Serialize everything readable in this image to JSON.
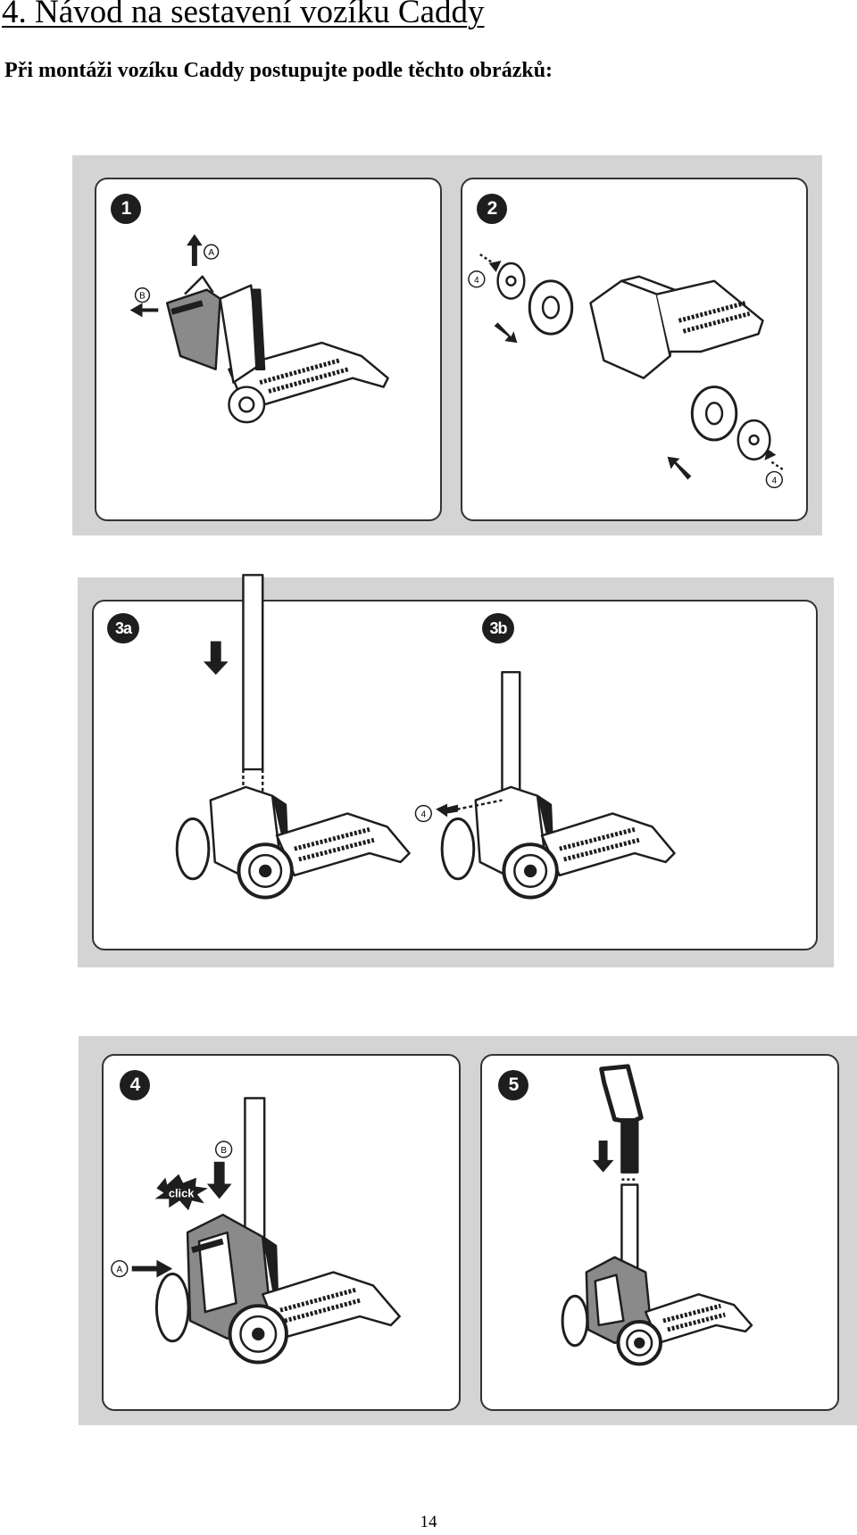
{
  "document": {
    "heading": "4. Návod na sestavení vozíku Caddy",
    "intro": "Při montáži vozíku Caddy postupujte podle těchto obrázků:",
    "page_number": "14"
  },
  "steps": {
    "s1": {
      "badge": "1",
      "callout_a": "A",
      "callout_b": "B"
    },
    "s2": {
      "badge": "2",
      "callout_4a": "4",
      "callout_4b": "4"
    },
    "s3a": {
      "badge": "3a"
    },
    "s3b": {
      "badge": "3b",
      "callout_4": "4"
    },
    "s4": {
      "badge": "4",
      "callout_a": "A",
      "callout_b": "B",
      "click_text": "click"
    },
    "s5": {
      "badge": "5"
    }
  },
  "colors": {
    "frame": "#d4d4d4",
    "ink": "#1e1e1e",
    "panel": "#ffffff"
  }
}
